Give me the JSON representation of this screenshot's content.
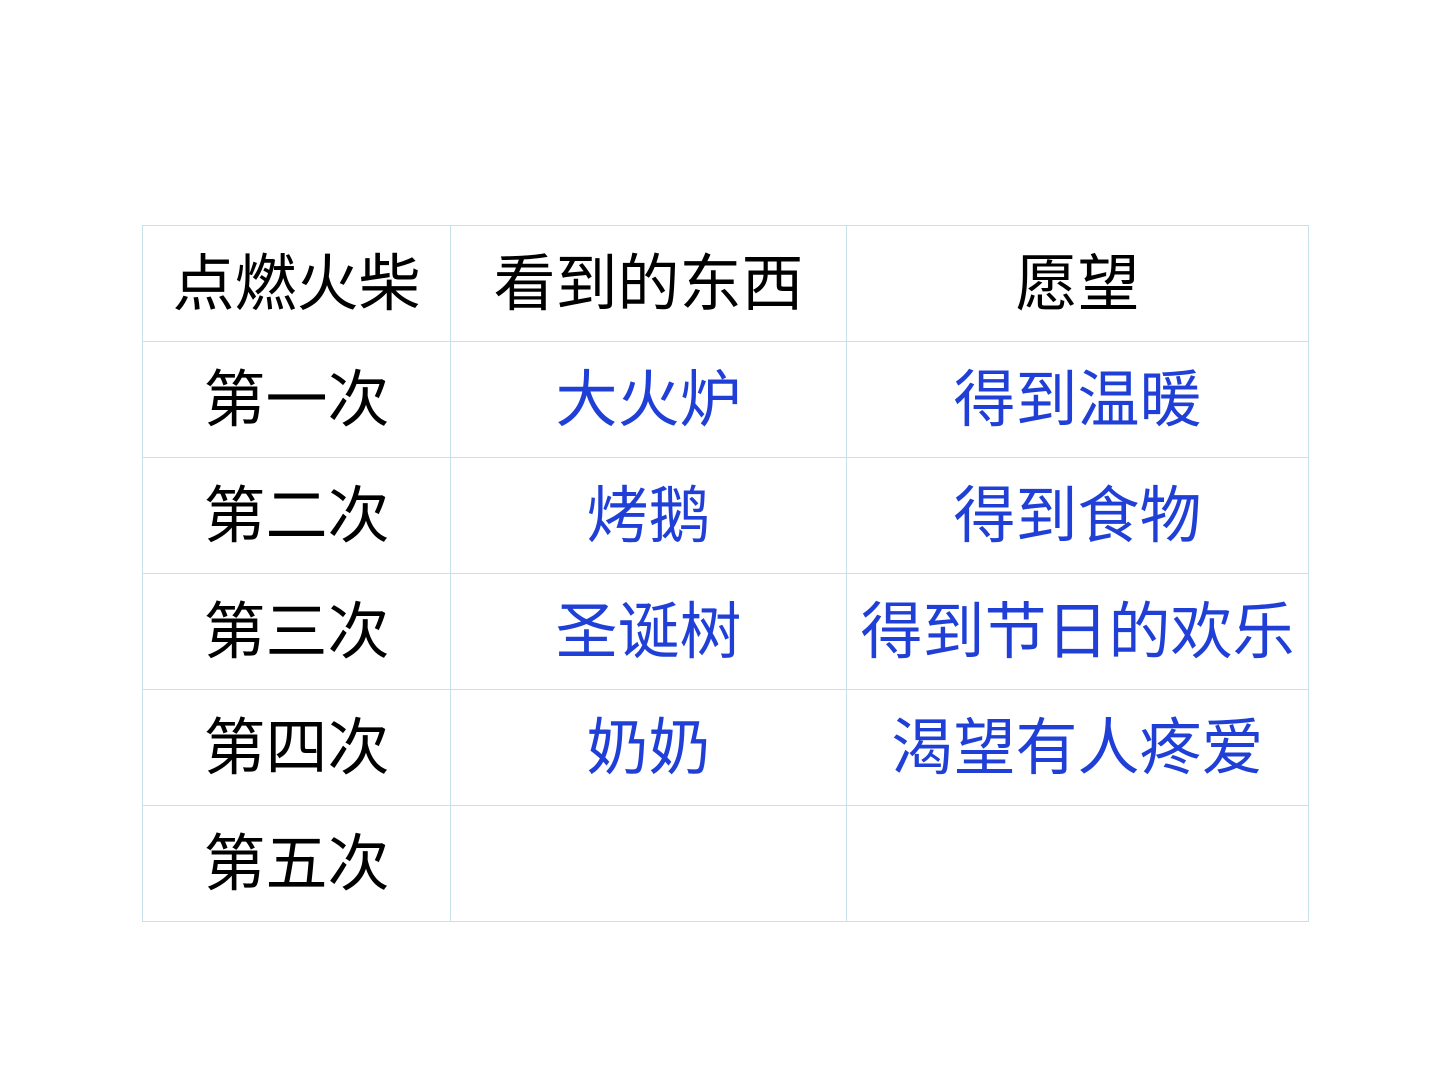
{
  "colors": {
    "header_text": "#000000",
    "answer_text": "#1f3fd6",
    "grid_line": "#c6e1ea",
    "background": "#ffffff"
  },
  "table": {
    "headers": [
      "点燃火柴",
      "看到的东西",
      "愿望"
    ],
    "rows": [
      {
        "label": "第一次",
        "seen": "大火炉",
        "wish": "得到温暖"
      },
      {
        "label": "第二次",
        "seen": "烤鹅",
        "wish": "得到食物"
      },
      {
        "label": "第三次",
        "seen": "圣诞树",
        "wish": "得到节日的欢乐"
      },
      {
        "label": "第四次",
        "seen": "奶奶",
        "wish": "渴望有人疼爱"
      },
      {
        "label": "第五次",
        "seen": "",
        "wish": ""
      }
    ]
  }
}
